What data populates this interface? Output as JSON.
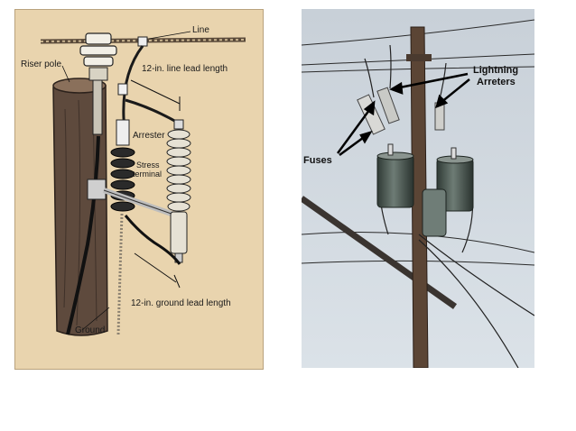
{
  "diagram": {
    "labels": {
      "line": "Line",
      "riser_pole": "Riser pole",
      "line_lead": "12-in. line lead length",
      "arrester": "Arrester",
      "stress_terminal_1": "Stress",
      "stress_terminal_2": "terminal",
      "ground_lead": "12-in. ground lead length",
      "ground": "Ground"
    }
  },
  "photo": {
    "labels": {
      "lightning_1": "Lightning",
      "lightning_2": "Arreters",
      "fuses": "Fuses"
    }
  }
}
